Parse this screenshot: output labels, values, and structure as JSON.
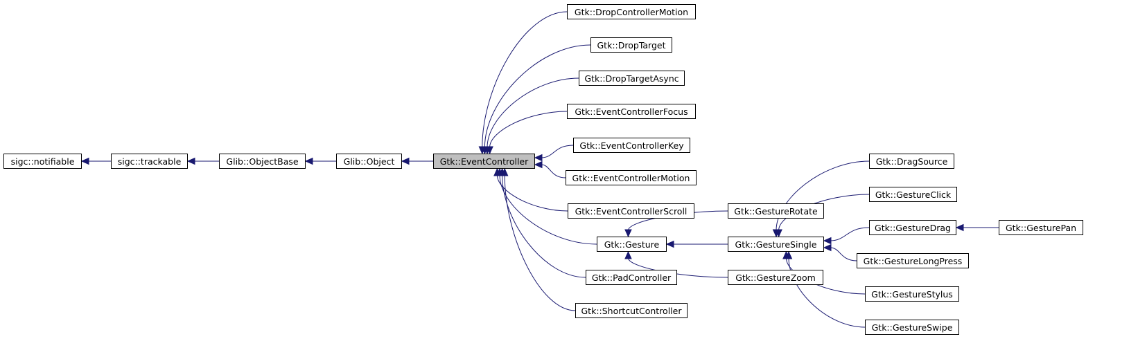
{
  "diagram": {
    "colors": {
      "edge": "#191970",
      "node_border": "#000000",
      "node_fill": "#ffffff",
      "current_fill": "#bfbfbf"
    },
    "nodes": [
      {
        "id": "sigc_notifiable",
        "label": "sigc::notifiable"
      },
      {
        "id": "sigc_trackable",
        "label": "sigc::trackable"
      },
      {
        "id": "glib_objectbase",
        "label": "Glib::ObjectBase"
      },
      {
        "id": "glib_object",
        "label": "Glib::Object"
      },
      {
        "id": "gtk_eventcontroller",
        "label": "Gtk::EventController",
        "current": true
      },
      {
        "id": "gtk_dropcontrollermotion",
        "label": "Gtk::DropControllerMotion"
      },
      {
        "id": "gtk_droptarget",
        "label": "Gtk::DropTarget"
      },
      {
        "id": "gtk_droptargetasync",
        "label": "Gtk::DropTargetAsync"
      },
      {
        "id": "gtk_eventcontrollerfocus",
        "label": "Gtk::EventControllerFocus"
      },
      {
        "id": "gtk_eventcontrollerkey",
        "label": "Gtk::EventControllerKey"
      },
      {
        "id": "gtk_eventcontrollermotion",
        "label": "Gtk::EventControllerMotion"
      },
      {
        "id": "gtk_eventcontrollerscroll",
        "label": "Gtk::EventControllerScroll"
      },
      {
        "id": "gtk_gesture",
        "label": "Gtk::Gesture"
      },
      {
        "id": "gtk_padcontroller",
        "label": "Gtk::PadController"
      },
      {
        "id": "gtk_shortcutcontroller",
        "label": "Gtk::ShortcutController"
      },
      {
        "id": "gtk_gesturerotate",
        "label": "Gtk::GestureRotate"
      },
      {
        "id": "gtk_gesturesingle",
        "label": "Gtk::GestureSingle"
      },
      {
        "id": "gtk_gesturezoom",
        "label": "Gtk::GestureZoom"
      },
      {
        "id": "gtk_dragsource",
        "label": "Gtk::DragSource"
      },
      {
        "id": "gtk_gestureclick",
        "label": "Gtk::GestureClick"
      },
      {
        "id": "gtk_gesturedrag",
        "label": "Gtk::GestureDrag"
      },
      {
        "id": "gtk_gesturelongpress",
        "label": "Gtk::GestureLongPress"
      },
      {
        "id": "gtk_gesturestylus",
        "label": "Gtk::GestureStylus"
      },
      {
        "id": "gtk_gestureswipe",
        "label": "Gtk::GestureSwipe"
      },
      {
        "id": "gtk_gesturepan",
        "label": "Gtk::GesturePan"
      }
    ],
    "edges": [
      {
        "from": "sigc_trackable",
        "to": "sigc_notifiable"
      },
      {
        "from": "glib_objectbase",
        "to": "sigc_trackable"
      },
      {
        "from": "glib_object",
        "to": "glib_objectbase"
      },
      {
        "from": "gtk_eventcontroller",
        "to": "glib_object"
      },
      {
        "from": "gtk_dropcontrollermotion",
        "to": "gtk_eventcontroller"
      },
      {
        "from": "gtk_droptarget",
        "to": "gtk_eventcontroller"
      },
      {
        "from": "gtk_droptargetasync",
        "to": "gtk_eventcontroller"
      },
      {
        "from": "gtk_eventcontrollerfocus",
        "to": "gtk_eventcontroller"
      },
      {
        "from": "gtk_eventcontrollerkey",
        "to": "gtk_eventcontroller"
      },
      {
        "from": "gtk_eventcontrollermotion",
        "to": "gtk_eventcontroller"
      },
      {
        "from": "gtk_eventcontrollerscroll",
        "to": "gtk_eventcontroller"
      },
      {
        "from": "gtk_gesture",
        "to": "gtk_eventcontroller"
      },
      {
        "from": "gtk_padcontroller",
        "to": "gtk_eventcontroller"
      },
      {
        "from": "gtk_shortcutcontroller",
        "to": "gtk_eventcontroller"
      },
      {
        "from": "gtk_gesturerotate",
        "to": "gtk_gesture"
      },
      {
        "from": "gtk_gesturesingle",
        "to": "gtk_gesture"
      },
      {
        "from": "gtk_gesturezoom",
        "to": "gtk_gesture"
      },
      {
        "from": "gtk_dragsource",
        "to": "gtk_gesturesingle"
      },
      {
        "from": "gtk_gestureclick",
        "to": "gtk_gesturesingle"
      },
      {
        "from": "gtk_gesturedrag",
        "to": "gtk_gesturesingle"
      },
      {
        "from": "gtk_gesturelongpress",
        "to": "gtk_gesturesingle"
      },
      {
        "from": "gtk_gesturestylus",
        "to": "gtk_gesturesingle"
      },
      {
        "from": "gtk_gestureswipe",
        "to": "gtk_gesturesingle"
      },
      {
        "from": "gtk_gesturepan",
        "to": "gtk_gesturedrag"
      }
    ]
  }
}
